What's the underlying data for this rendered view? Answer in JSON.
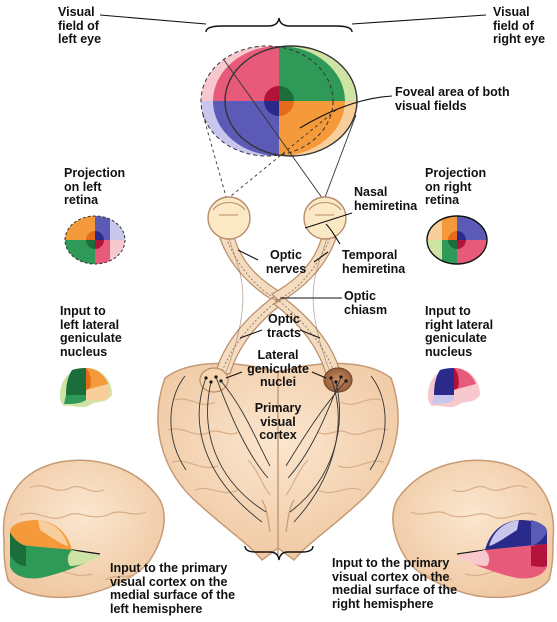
{
  "labels": {
    "visual_field_left_eye": "Visual\nfield of\nleft eye",
    "visual_field_right_eye": "Visual\nfield of\nright eye",
    "foveal_area": "Foveal area of both\nvisual fields",
    "projection_left_retina": "Projection\non left\nretina",
    "projection_right_retina": "Projection\non right\nretina",
    "nasal_hemiretina": "Nasal\nhemiretina",
    "temporal_hemiretina": "Temporal\nhemiretina",
    "optic_nerves": "Optic\nnerves",
    "optic_chiasm": "Optic\nchiasm",
    "optic_tracts": "Optic\ntracts",
    "input_left_lgn": "Input to\nleft lateral\ngeniculate\nnucleus",
    "input_right_lgn": "Input to\nright lateral\ngeniculate\nnucleus",
    "lateral_geniculate_nuclei": "Lateral\ngeniculate\nnuclei",
    "primary_visual_cortex": "Primary\nvisual\ncortex",
    "input_cortex_left": "Input to the primary\nvisual cortex on the\nmedial surface of the\nleft hemisphere",
    "input_cortex_right": "Input to the primary\nvisual cortex on the\nmedial surface of the\nright hemisphere"
  },
  "colors": {
    "left_field_upper_pink": "#f7c9cf",
    "left_field_lower_lavender": "#c8c6ec",
    "upper_left_red": "#e85a7a",
    "upper_right_green": "#2f9a57",
    "lower_left_blue": "#5b5bb7",
    "lower_right_orange": "#f59a3a",
    "right_field_upper_lightgreen": "#cfe3a4",
    "right_field_lower_peach": "#f8cf9c",
    "fovea_darkred": "#b3123a",
    "fovea_darkgreen": "#1b6e3a",
    "fovea_navy": "#2a2a8a",
    "fovea_orange": "#e56b1a",
    "brain_tissue": "#f7d9bc",
    "brain_outline": "#c69a74",
    "nerve_fill": "#f4dcc0"
  }
}
